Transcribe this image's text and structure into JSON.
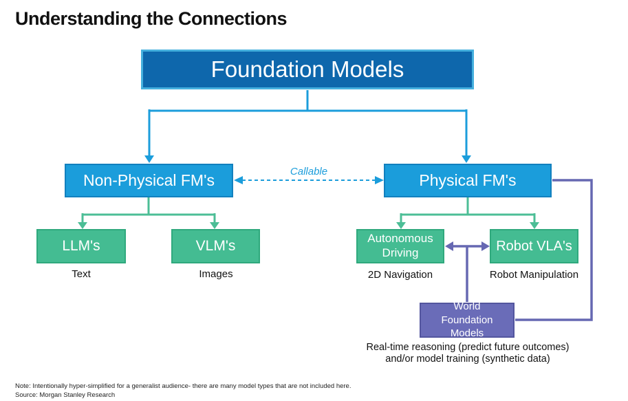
{
  "title": "Understanding the Connections",
  "colors": {
    "root_fill": "#0E67AC",
    "root_border": "#45B0DE",
    "blue_fill": "#1B9DDB",
    "blue_border": "#1280BE",
    "green_fill": "#44BC92",
    "green_border": "#2FA97D",
    "purple_fill": "#6A6CB8",
    "purple_border": "#53559E",
    "cyan_line": "#1B9DDB",
    "green_line": "#4CBE96",
    "purple_line": "#6668B2"
  },
  "nodes": {
    "root": {
      "label": "Foundation Models"
    },
    "non_physical": {
      "label": "Non-Physical FM's"
    },
    "physical": {
      "label": "Physical FM's"
    },
    "llms": {
      "label": "LLM's",
      "sublabel": "Text"
    },
    "vlms": {
      "label": "VLM's",
      "sublabel": "Images"
    },
    "autonomous_driving": {
      "label": "Autonomous Driving",
      "sublabel": "2D Navigation"
    },
    "robot_vlas": {
      "label": "Robot VLA's",
      "sublabel": "Robot Manipulation"
    },
    "world_foundation": {
      "label": "World Foundation Models",
      "caption_line1": "Real-time reasoning (predict future outcomes)",
      "caption_line2": "and/or model training (synthetic data)"
    }
  },
  "edges": {
    "callable_label": "Callable"
  },
  "footer": {
    "note": "Note: Intentionally hyper-simplified for a generalist audience- there are many model types that are not included here.",
    "source": "Source: Morgan Stanley Research"
  }
}
